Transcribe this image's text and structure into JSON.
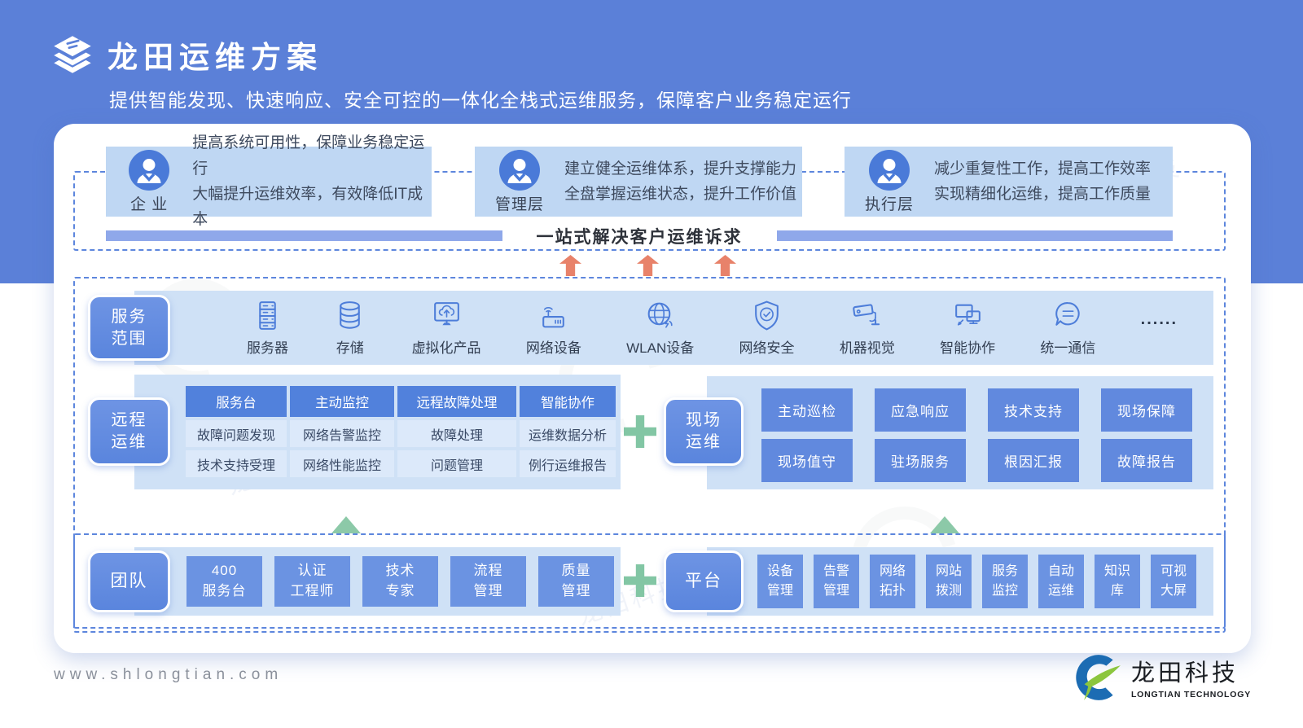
{
  "header": {
    "title": "龙田运维方案",
    "subtitle": "提供智能发现、快速响应、安全可控的一体化全栈式运维服务，保障客户业务稳定运行"
  },
  "audiences": [
    {
      "role": "企 业",
      "line1": "提高系统可用性，保障业务稳定运行",
      "line2": "大幅提升运维效率，有效降低IT成本"
    },
    {
      "role": "管理层",
      "line1": "建立健全运维体系，提升支撑能力",
      "line2": "全盘掌握运维状态，提升工作价值"
    },
    {
      "role": "执行层",
      "line1": "减少重复性工作，提高工作效率",
      "line2": "实现精细化运维，提高工作质量"
    }
  ],
  "banner": {
    "title": "一站式解决客户运维诉求"
  },
  "service_scope": {
    "label": "服务\n范围",
    "items": [
      {
        "icon": "server-icon",
        "label": "服务器"
      },
      {
        "icon": "storage-icon",
        "label": "存储"
      },
      {
        "icon": "virtualization-icon",
        "label": "虚拟化产品"
      },
      {
        "icon": "network-device-icon",
        "label": "网络设备"
      },
      {
        "icon": "wlan-icon",
        "label": "WLAN设备"
      },
      {
        "icon": "network-security-icon",
        "label": "网络安全"
      },
      {
        "icon": "machine-vision-icon",
        "label": "机器视觉"
      },
      {
        "icon": "smart-collaboration-icon",
        "label": "智能协作"
      },
      {
        "icon": "unified-communication-icon",
        "label": "统一通信"
      }
    ],
    "more": "......"
  },
  "remote_ops": {
    "label": "远程\n运维",
    "columns": [
      {
        "header": "服务台",
        "r1": "故障问题发现",
        "r2": "技术支持受理"
      },
      {
        "header": "主动监控",
        "r1": "网络告警监控",
        "r2": "网络性能监控"
      },
      {
        "header": "远程故障处理",
        "r1": "故障处理",
        "r2": "问题管理"
      },
      {
        "header": "智能协作",
        "r1": "运维数据分析",
        "r2": "例行运维报告"
      }
    ]
  },
  "onsite_ops": {
    "label": "现场\n运维",
    "buttons": [
      "主动巡检",
      "应急响应",
      "技术支持",
      "现场保障",
      "现场值守",
      "驻场服务",
      "根因汇报",
      "故障报告"
    ]
  },
  "team": {
    "label": "团队",
    "buttons": [
      "400\n服务台",
      "认证\n工程师",
      "技术\n专家",
      "流程\n管理",
      "质量\n管理"
    ]
  },
  "platform": {
    "label": "平台",
    "buttons": [
      "设备\n管理",
      "告警\n管理",
      "网络\n拓扑",
      "网站\n拨测",
      "服务\n监控",
      "自动\n运维",
      "知识\n库",
      "可视\n大屏"
    ]
  },
  "footer": {
    "url": "www.shlongtian.com",
    "logo_name": "龙田科技",
    "logo_sub": "LONGTIAN TECHNOLOGY"
  },
  "watermark": {
    "text": "龙田科技"
  },
  "colors": {
    "page_blue": "#5b80d8",
    "panel_blue": "#cfe1f6",
    "audience_box_blue": "#bfd7f3",
    "chip_blue": "#6189de",
    "button_blue": "#6b93e2",
    "grid_header_blue": "#5181dc",
    "grid_cell_blue": "#dce9fa",
    "banner_bar_blue": "#8fa8ea",
    "arrow_orange": "#e8826a",
    "plus_green": "#82c6a4",
    "triangle_green": "#8cc9a8",
    "logo_blue": "#1c6cb3",
    "logo_green": "#8cc63e"
  }
}
